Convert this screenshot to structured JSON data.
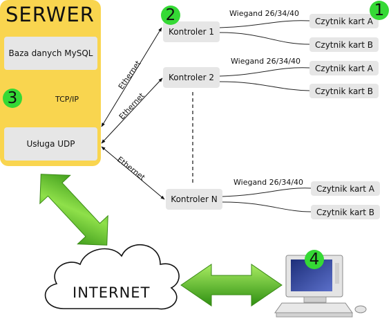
{
  "server": {
    "title": "SERWER",
    "database": "Baza danych MySQL",
    "udp_service": "Usługa UDP",
    "tcp_label": "TCP/IP",
    "badge": "3"
  },
  "controllers": [
    {
      "label": "Kontroler 1",
      "wiegand": "Wiegand 26/34/40",
      "ethernet": "Ethernet",
      "reader_a": "Czytnik kart A",
      "reader_b": "Czytnik kart B"
    },
    {
      "label": "Kontroler 2",
      "wiegand": "Wiegand 26/34/40",
      "ethernet": "Ethernet",
      "reader_a": "Czytnik kart A",
      "reader_b": "Czytnik kart B"
    },
    {
      "label": "Kontroler N",
      "wiegand": "Wiegand 26/34/40",
      "ethernet": "Ethernet",
      "reader_a": "Czytnik kart A",
      "reader_b": "Czytnik kart B"
    }
  ],
  "badges": {
    "readers": "1",
    "controllers": "2",
    "server": "3",
    "computer": "4"
  },
  "internet": "INTERNET",
  "colors": {
    "server_panel": "#f9d54f",
    "box": "#e6e6e6",
    "badge": "#35d935",
    "arrow_green": "#5cc01c"
  },
  "icons": [
    "double-arrow-icon",
    "cloud-icon",
    "computer-icon"
  ]
}
